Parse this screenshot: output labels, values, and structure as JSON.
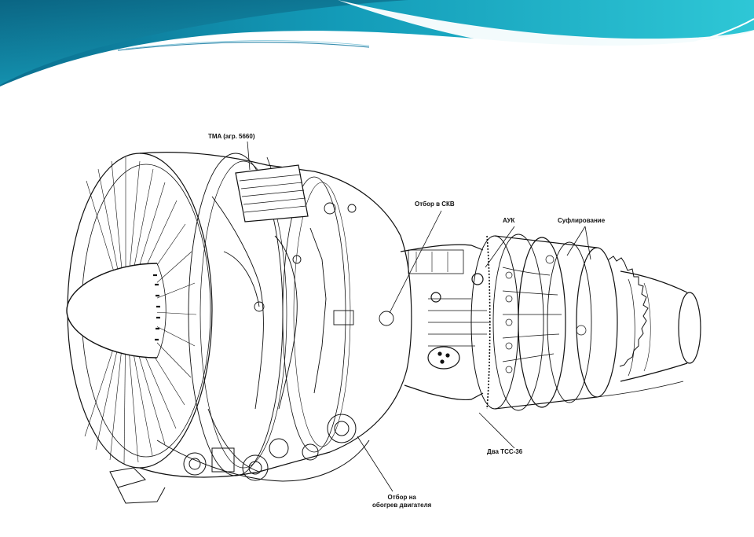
{
  "slide": {
    "header_colors": {
      "dark": "#0b6f8f",
      "mid": "#139bb8",
      "light": "#2ec7d6",
      "white": "#ffffff"
    }
  },
  "diagram": {
    "labels": {
      "tma": "TMA (агр. 5660)",
      "otbor_skv": "Отбор в СКВ",
      "auk": "АУК",
      "suflirovanie": "Суфлирование",
      "dva_tss": "Два ТСС-36",
      "otbor_na_line1": "Отбор на",
      "otbor_na_line2": "обогрев двигателя"
    },
    "icon": "turbofan-engine-drawing"
  }
}
